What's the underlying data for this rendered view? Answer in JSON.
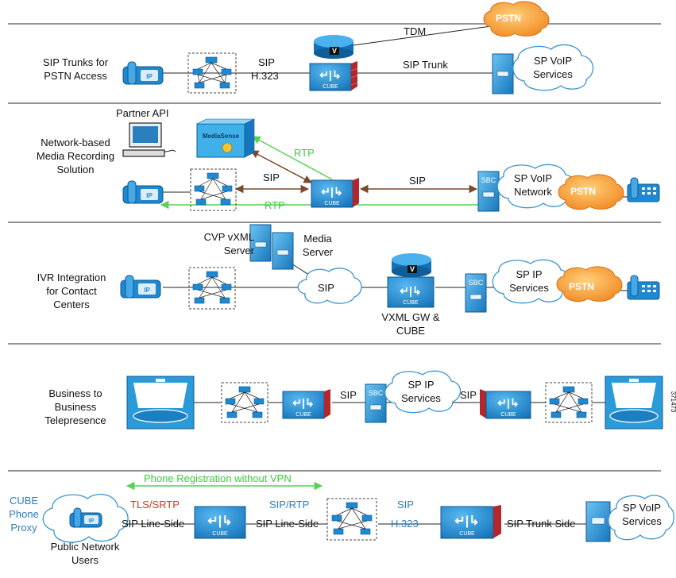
{
  "sections": {
    "sip_trunks": {
      "title": "SIP Trunks for PSTN Access",
      "tdm": "TDM",
      "sip": "SIP",
      "h323": "H.323",
      "sip_trunk": "SIP Trunk",
      "sp_cloud": "SP VoIP Services",
      "pstn": "PSTN",
      "cube_text": "CUBE",
      "router_mark": "V"
    },
    "media_recording": {
      "title": "Network-based Media Recording Solution",
      "partner_api": "Partner API",
      "mediasense": "MediaSense",
      "rtp_top": "RTP",
      "sip_left": "SIP",
      "sip_right": "SIP",
      "rtp_bottom": "RTP",
      "sbc": "SBC",
      "sp_cloud": "SP VoIP Network",
      "pstn": "PSTN",
      "cube_text": "CUBE"
    },
    "ivr": {
      "title": "IVR Integration for Contact Centers",
      "cvp_server": "CVP vXML Server",
      "media_server": "Media Server",
      "sip_cloud": "SIP",
      "gateway_label": "VXML GW & CUBE",
      "sbc": "SBC",
      "sp_cloud": "SP IP Services",
      "pstn": "PSTN",
      "cube_text": "CUBE",
      "router_mark": "V"
    },
    "telepresence": {
      "title": "Business to Business Telepresence",
      "sip_left": "SIP",
      "sip_right": "SIP",
      "sbc": "SBC",
      "sp_cloud": "SP IP Services",
      "cube_text": "CUBE",
      "figure_id": "371473"
    },
    "phone_proxy": {
      "title": "CUBE Phone Proxy",
      "registration": "Phone Registration without VPN",
      "tls_srtp": "TLS/SRTP",
      "sip_line_side_1": "SIP Line-Side",
      "sip_rtp": "SIP/RTP",
      "sip_line_side_2": "SIP Line-Side",
      "sip": "SIP",
      "h323": "H.323",
      "sip_trunk_side": "SIP Trunk Side",
      "sp_cloud": "SP VoIP Services",
      "public_users": "Public Network Users",
      "cube_text": "CUBE"
    }
  },
  "colors": {
    "cube_blue": "#1f8fd6",
    "firewall_red": "#b3262b",
    "pstn_orange": "#f58d2a",
    "green_rtp": "#55d155",
    "brown_sip": "#7a4b2a",
    "label_blue": "#2a7fc1",
    "label_red": "#d9332b"
  }
}
